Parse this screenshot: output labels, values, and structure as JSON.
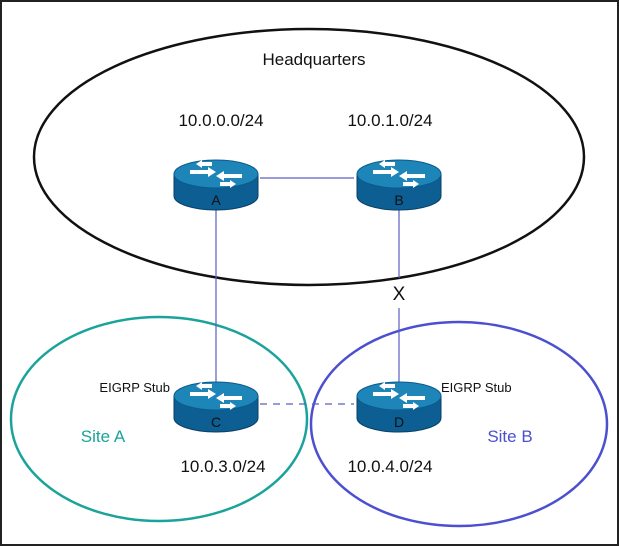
{
  "diagram": {
    "hq_label": "Headquarters",
    "subnet_a": "10.0.0.0/24",
    "subnet_b": "10.0.1.0/24",
    "subnet_c": "10.0.3.0/24",
    "subnet_d": "10.0.4.0/24",
    "site_a_label": "Site A",
    "site_b_label": "Site B",
    "stub_label_c": "EIGRP Stub",
    "stub_label_d": "EIGRP Stub",
    "failure_mark": "X",
    "routers": [
      "A",
      "B",
      "C",
      "D"
    ]
  },
  "colors": {
    "hq_outline": "#111111",
    "site_a": "#1aa39a",
    "site_b": "#4b4fd0",
    "link": "#5a5fc0",
    "router_top": "#1d85b8",
    "router_body": "#0d5f93"
  }
}
